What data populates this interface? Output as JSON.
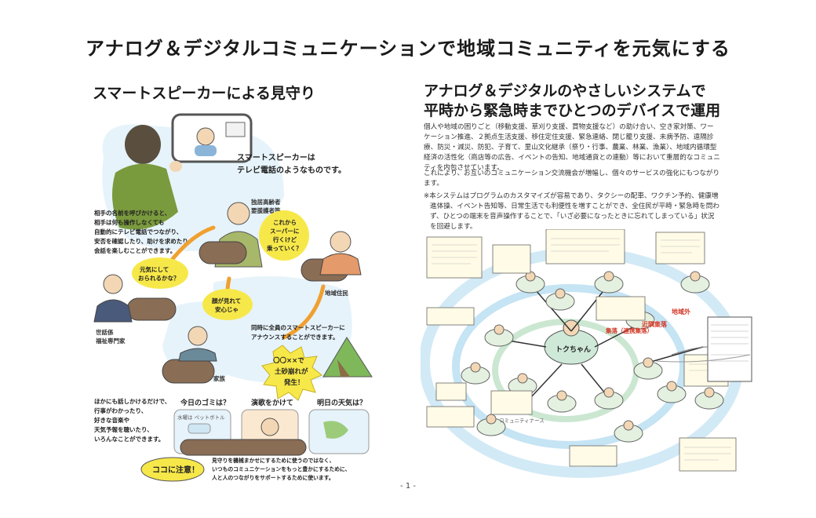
{
  "page": {
    "title": "アナログ＆デジタルコミュニケーションで地域コミュニティを元気にする",
    "page_number": "- 1 -"
  },
  "left": {
    "heading": "スマートスピーカーによる見守り",
    "bubble_tv": [
      "スマートスピーカーは",
      "テレビ電話のようなものです。"
    ],
    "caption_call": [
      "相手の名前を呼びかけると、",
      "相手は何も操作しなくても",
      "自動的にテレビ電話でつながり、",
      "安否を確認したり、助けを求めたり、",
      "会話を楽しむことができます。"
    ],
    "label_elder": [
      "独居高齢者",
      "要援護者等"
    ],
    "label_welfare": [
      "世話係",
      "福祉専門家"
    ],
    "label_resident": "地域住民",
    "label_family": "家族",
    "bubble_genki": [
      "元気にして",
      "おられるかな？"
    ],
    "bubble_super": [
      "これから",
      "スーパーに",
      "行くけど",
      "乗っていく？"
    ],
    "bubble_anshin": [
      "顔が見れて",
      "安心じゃ"
    ],
    "caption_announce": [
      "同時に全員のスマートスピーカーに",
      "アナウンスすることができます。"
    ],
    "bubble_dosha": [
      "〇〇××で",
      "土砂崩れが",
      "発生！"
    ],
    "caption_other": [
      "ほかにも話しかけるだけで、",
      "行事がわかったり、",
      "好きな音楽や",
      "天気予報を聴いたり、",
      "いろんなことができます。"
    ],
    "topic_gomi": "今日のゴミは？",
    "topic_enka": "演歌をかけて",
    "topic_tenki": "明日の天気は？",
    "notice_label": "ココに注意！",
    "notice_text": [
      "見守りを機械まかせにするために使うのではなく、",
      "いつものコミュニケーションをもっと豊かにするために、",
      "人と人のつながりをサポートするために使います。"
    ],
    "bottle_text": "水曜は ペットボトル"
  },
  "right": {
    "heading_line1": "アナログ＆デジタルのやさしいシステムで",
    "heading_line2": "平時から緊急時までひとつのデバイスで運用",
    "para1": "個人や地域の困りごと（移動支援、草刈り支援、買物支援など）の助け合い、空き家対策、ワーケーション推進、２拠点生活支援、移住定住支援、緊急連絡、閉じ籠り支援、未病予防、遠隔診療、防災・減災、防犯、子育て、里山文化継承（祭り・行事、農業、林業、漁業）、地域内循環型経済の活性化（商店等の広告、イベントの告知、地域通貨との連動）等において重層的なコミュニティを内包させています。",
    "para2": "これにより、お互いのコミュニケーション交流機会が増幅し、個々のサービスの強化にもつながります。",
    "para3": "※本システムはプログラムのカスタマイズが容易であり、タクシーの配車、ワクチン予約、健康増進体操、イベント告知等、日常生活でも利便性を増すことができ、全住民が平時・緊急時を問わず、ひとつの端末を音声操作することで、「いざ必要になったときに忘れてしまっている」状況を回避します。",
    "diagram": {
      "center": "トクちゃん",
      "label_outside": "地域外",
      "label_neighbor": "近隣集落",
      "label_village": "集落（連携集落）",
      "label_community_nurse": "コミュニティナース"
    }
  },
  "colors": {
    "accent_yellow": "#f7e84a",
    "arrow_orange": "#f0a030",
    "ring_blue": "#7ec3e6",
    "ring_green": "#8cc99a",
    "label_red": "#d43a2a"
  }
}
